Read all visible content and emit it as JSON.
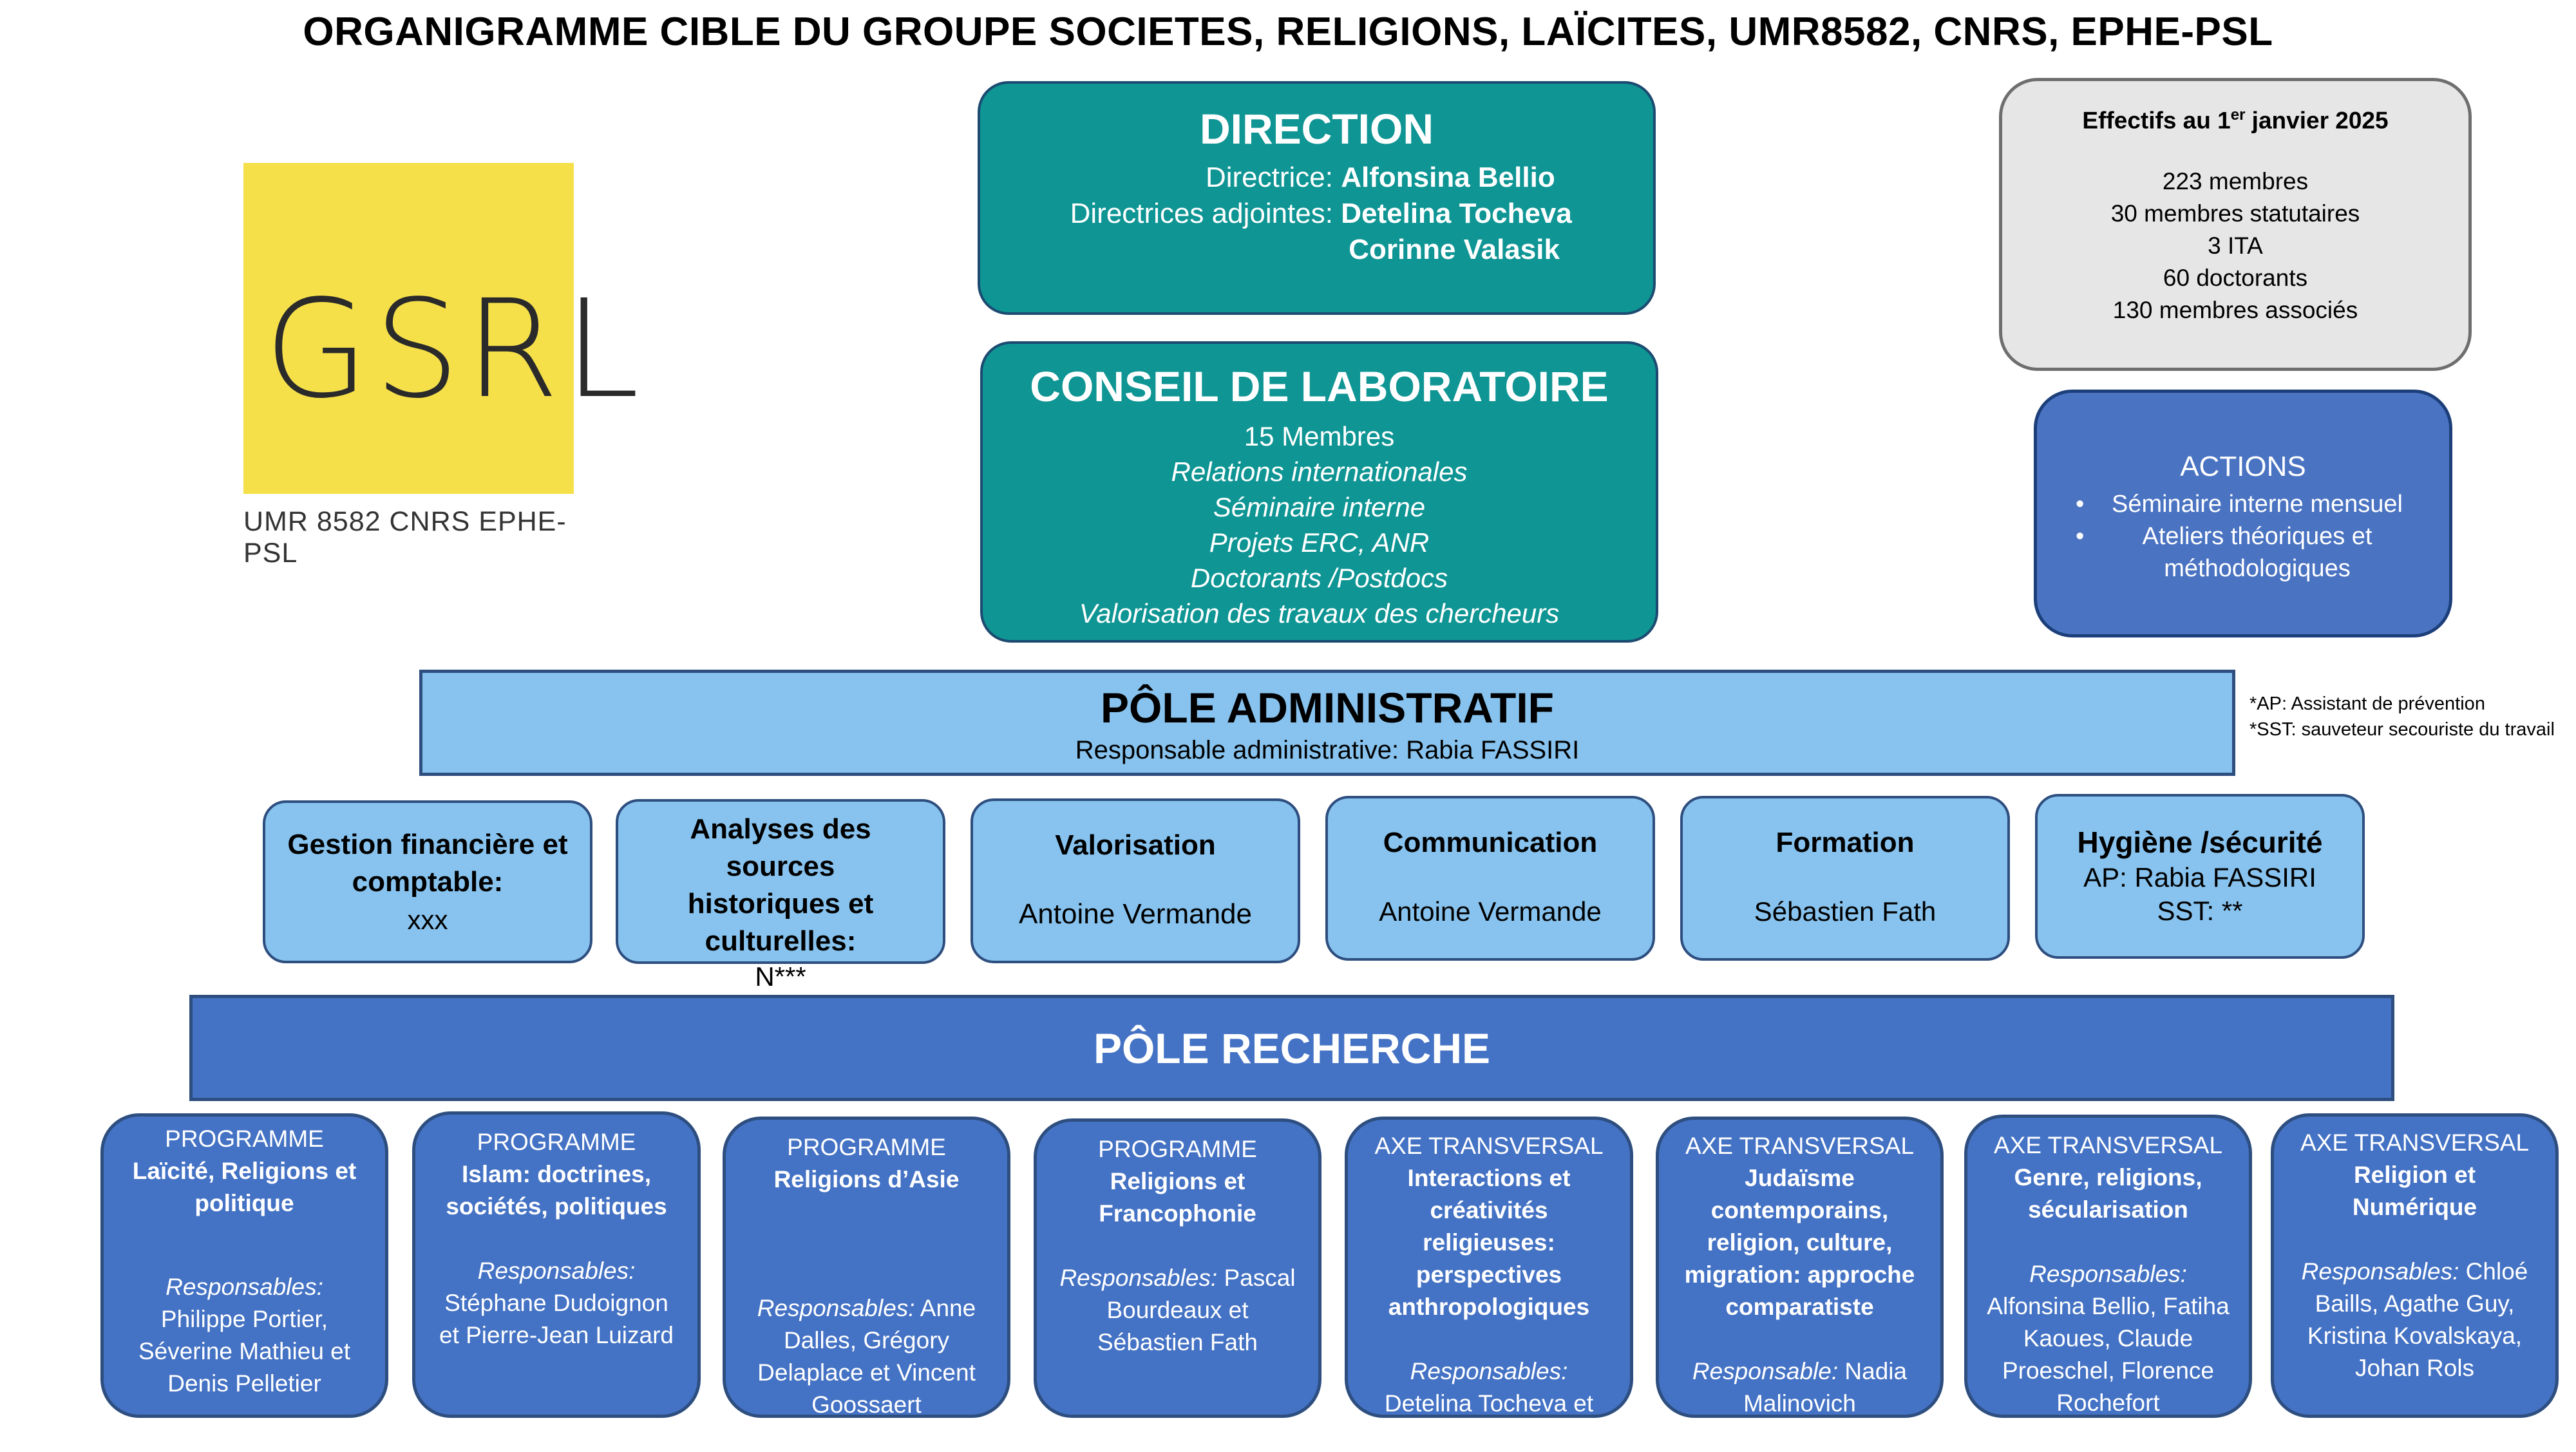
{
  "title": "ORGANIGRAMME CIBLE DU GROUPE SOCIETES, RELIGIONS, LAÏCITES, UMR8582, CNRS, EPHE-PSL",
  "logo": {
    "text": "GSRL",
    "subtitle": "UMR 8582 CNRS EPHE-PSL"
  },
  "direction": {
    "heading": "DIRECTION",
    "directrice_label": "Directrice:",
    "directrice": "Alfonsina Bellio",
    "adjointes_label": "Directrices adjointes:",
    "adjointe_1": "Detelina Tocheva",
    "adjointe_2": "Corinne Valasik"
  },
  "conseil": {
    "heading": "CONSEIL DE LABORATOIRE",
    "members": "15 Membres",
    "items": [
      "Relations internationales",
      "Séminaire interne",
      "Projets ERC, ANR",
      "Doctorants /Postdocs",
      "Valorisation des travaux des chercheurs"
    ]
  },
  "effectifs": {
    "heading_pre": "Effectifs au 1",
    "heading_sup": "er",
    "heading_post": " janvier 2025",
    "lines": [
      "223 membres",
      "30 membres statutaires",
      "3 ITA",
      "60 doctorants",
      "130 membres associés"
    ]
  },
  "actions": {
    "heading": "ACTIONS",
    "bullet": "•",
    "items": [
      "Séminaire interne mensuel",
      "Ateliers théoriques et méthodologiques"
    ]
  },
  "pole_admin": {
    "heading": "PÔLE ADMINISTRATIF",
    "subtitle": "Responsable administrative: Rabia FASSIRI"
  },
  "notes": [
    "*AP: Assistant de prévention",
    "*SST: sauveteur secouriste du travail"
  ],
  "admin_units": [
    {
      "title": "Gestion financière et comptable:",
      "value": "xxx"
    },
    {
      "title": "Analyses des sources historiques et culturelles:",
      "value": "N***"
    },
    {
      "title": "Valorisation",
      "value": "Antoine Vermande"
    },
    {
      "title": "Communication",
      "value": "Antoine Vermande"
    },
    {
      "title": "Formation",
      "value": "Sébastien Fath"
    },
    {
      "title": "Hygiène /sécurité",
      "value": "AP: Rabia FASSIRI",
      "value2": "SST: **"
    }
  ],
  "pole_recherche": {
    "heading": "PÔLE RECHERCHE"
  },
  "programmes": [
    {
      "kind": "PROGRAMME",
      "name": "Laïcité, Religions et politique",
      "resp_label": "Responsables:",
      "resp": "Philippe Portier, Séverine Mathieu et Denis Pelletier"
    },
    {
      "kind": "PROGRAMME",
      "name": "Islam: doctrines, sociétés, politiques",
      "resp_label": "Responsables:",
      "resp": "Stéphane Dudoignon et Pierre-Jean Luizard"
    },
    {
      "kind": "PROGRAMME",
      "name": "Religions d’Asie",
      "resp_label": "Responsables:",
      "resp": "Anne Dalles, Grégory Delaplace et Vincent Goossaert"
    },
    {
      "kind": "PROGRAMME",
      "name": "Religions et Francophonie",
      "resp_label": "Responsables:",
      "resp": "Pascal Bourdeaux et Sébastien Fath"
    },
    {
      "kind": "AXE TRANSVERSAL",
      "name": "Interactions et créativités religieuses: perspectives anthropologiques",
      "resp_label": "Responsables:",
      "resp": "Detelina Tocheva et Virginie Vaté"
    },
    {
      "kind": "AXE TRANSVERSAL",
      "name": "Judaïsme contemporains, religion, culture, migration: approche comparatiste",
      "resp_label": "Responsable:",
      "resp": "Nadia Malinovich"
    },
    {
      "kind": "AXE TRANSVERSAL",
      "name": "Genre, religions, sécularisation",
      "resp_label": "Responsables:",
      "resp": "Alfonsina Bellio, Fatiha Kaoues, Claude Proeschel, Florence Rochefort"
    },
    {
      "kind": "AXE TRANSVERSAL",
      "name": "Religion et Numérique",
      "resp_label": "Responsables:",
      "resp": "Chloé Baills, Agathe Guy, Kristina Kovalskaya, Johan Rols"
    }
  ]
}
